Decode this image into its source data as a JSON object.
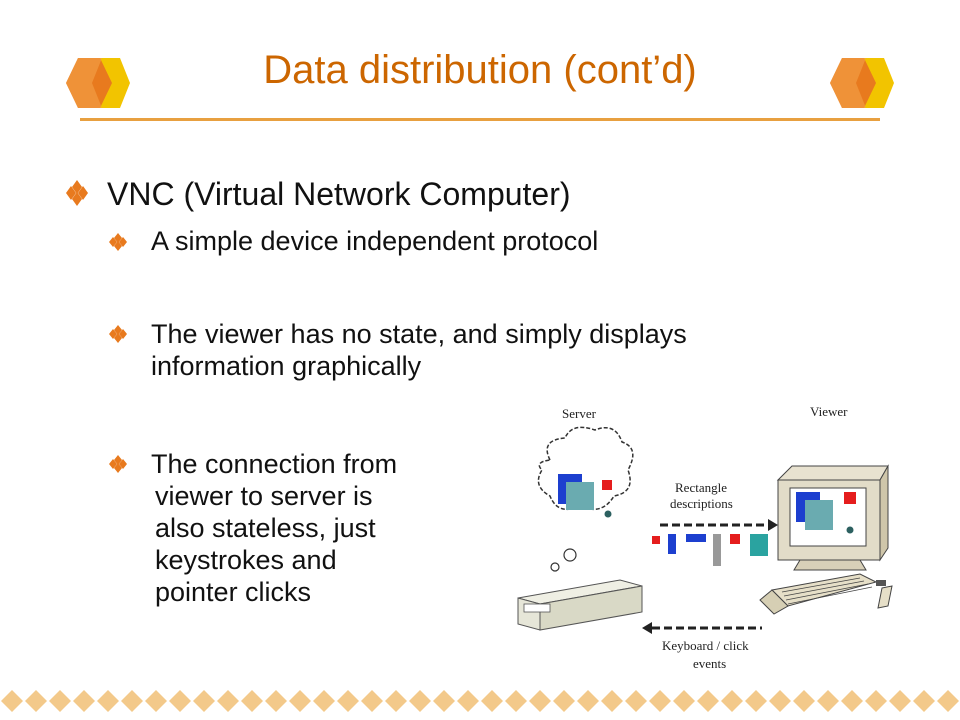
{
  "title": "Data distribution (cont’d)",
  "bullets": {
    "main": "VNC (Virtual Network Computer)",
    "sub1": "A simple device independent protocol",
    "sub2_line1": "The viewer has no state, and simply displays",
    "sub2_line2": "information graphically",
    "sub3_line1": "The connection from",
    "sub3_line2": "viewer to server is",
    "sub3_line3": "also stateless, just",
    "sub3_line4": "keystrokes and",
    "sub3_line5": "pointer clicks"
  },
  "figure": {
    "server_label": "Server",
    "viewer_label": "Viewer",
    "rect_desc_line1": "Rectangle",
    "rect_desc_line2": "descriptions",
    "keyboard_line1": "Keyboard / click",
    "keyboard_line2": "events"
  },
  "colors": {
    "title": "#cc6600",
    "accent_orange": "#e87a1e",
    "accent_yellow": "#f2c400"
  }
}
